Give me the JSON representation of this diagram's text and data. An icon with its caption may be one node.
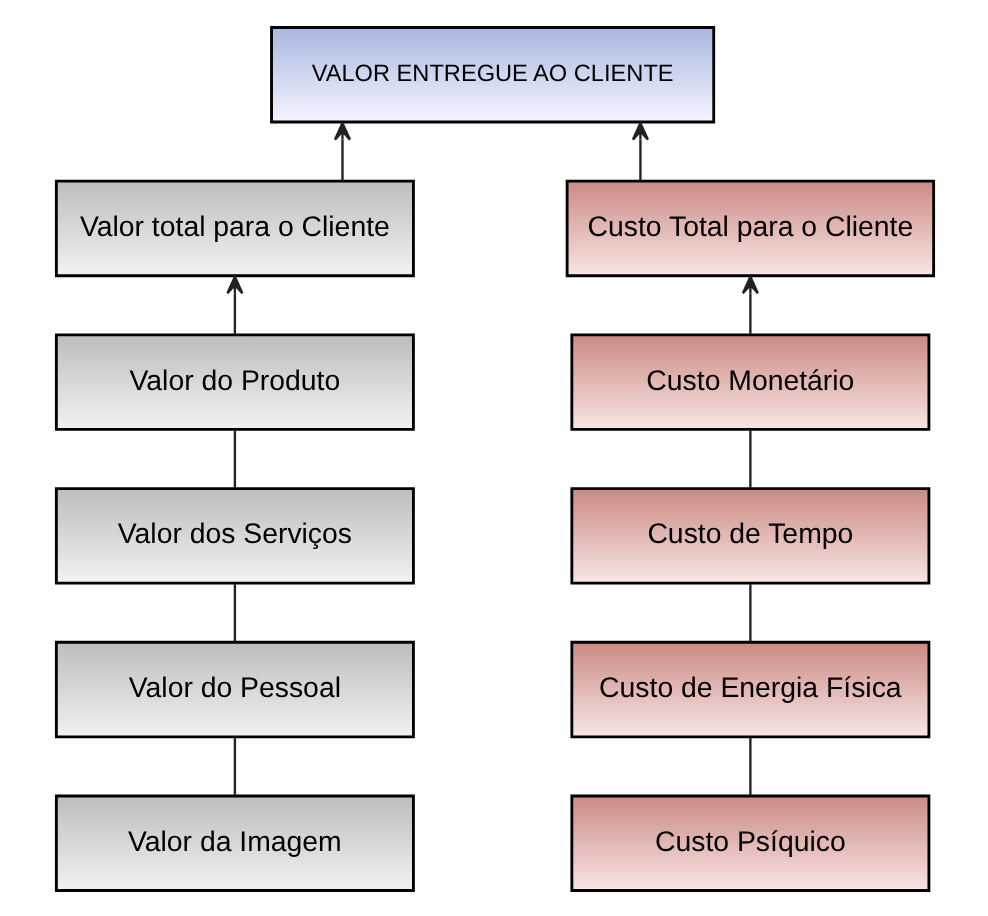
{
  "diagram": {
    "nodes": [
      {
        "text": [
          "VALOR ENTREGUE AO CLIENTE"
        ]
      },
      {
        "text": [
          "Valor total para o Cliente"
        ]
      },
      {
        "text": [
          "Custo Total para o Cliente"
        ]
      },
      {
        "text": [
          "Valor do Produto"
        ]
      },
      {
        "text": [
          "Valor dos Serviços"
        ]
      },
      {
        "text": [
          "Valor do Pessoal"
        ]
      },
      {
        "text": [
          "Valor da Imagem"
        ]
      },
      {
        "text": [
          "Custo Monetário"
        ]
      },
      {
        "text": [
          "Custo de Tempo"
        ]
      },
      {
        "text": [
          "Custo de Energia Física"
        ]
      },
      {
        "text": [
          "Custo Psíquico"
        ]
      }
    ],
    "edges": [
      {
        "from": 1,
        "to": 0,
        "arrow": "to"
      },
      {
        "from": 2,
        "to": 0,
        "arrow": "to"
      },
      {
        "from": 3,
        "to": 1,
        "arrow": "to"
      },
      {
        "from": 4,
        "to": 3,
        "arrow": "none"
      },
      {
        "from": 5,
        "to": 4,
        "arrow": "none"
      },
      {
        "from": 6,
        "to": 5,
        "arrow": "none"
      },
      {
        "from": 7,
        "to": 2,
        "arrow": "to"
      },
      {
        "from": 8,
        "to": 7,
        "arrow": "none"
      },
      {
        "from": 9,
        "to": 8,
        "arrow": "none"
      },
      {
        "from": 10,
        "to": 9,
        "arrow": "none"
      }
    ]
  }
}
